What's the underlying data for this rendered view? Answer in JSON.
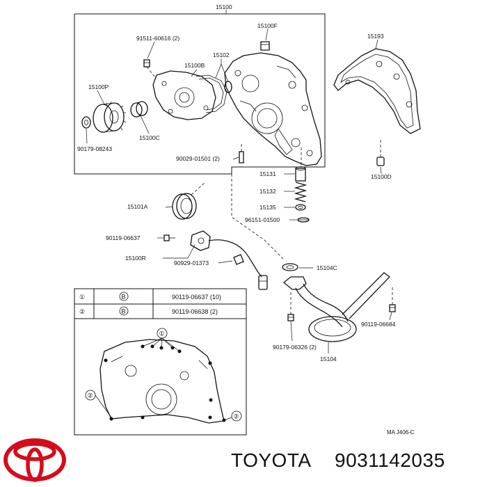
{
  "diagram": {
    "labels": {
      "main_assembly": "15100",
      "bolt_91511": "91511-60616 (2)",
      "cover_15100f": "15100F",
      "gasket_15193": "15193",
      "gear_15100b": "15100B",
      "gasket_15102": "15102",
      "gear_15100p": "15100P",
      "gear_15100c": "15100C",
      "plug_90179": "90179-08243",
      "gasket_90029": "90029-01501 (2)",
      "pin_15100d": "15100D",
      "valve_15131": "15131",
      "spring_15132": "15132",
      "seat_15135": "15135",
      "plug_96151": "96151-01500",
      "seal_15101a": "15101A",
      "bolt_90119_06637": "90119-06637",
      "sensor_15100r": "15100R",
      "clamp_90929": "90929-01373",
      "gasket_15104c": "15104C",
      "bolt_90119_06684": "90119-06684",
      "nut_90179_06326": "90179-06326 (2)",
      "strainer_15104": "15104"
    },
    "legend": {
      "rows": [
        {
          "num": "①",
          "symbol": "B",
          "part": "90119-06637 (10)"
        },
        {
          "num": "②",
          "symbol": "B",
          "part": "90119-06638 (2)"
        }
      ]
    },
    "bolt_markers": {
      "one": "①",
      "two": "②"
    },
    "caption": "MA J406-C"
  },
  "footer": {
    "brand": "TOYOTA",
    "part_number": "9031142035"
  }
}
